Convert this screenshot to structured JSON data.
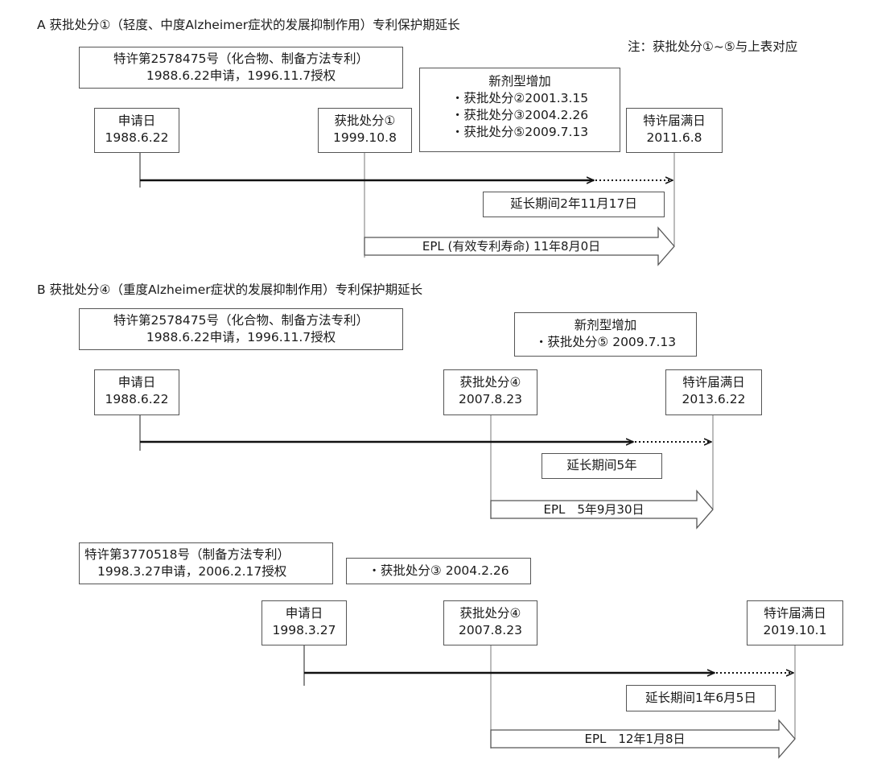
{
  "section_a": {
    "title": "A 获批处分①（轻度、中度Alzheimer症状的发展抑制作用）专利保护期延长",
    "note": "注：获批处分①~⑤与上表对应",
    "patent": {
      "line1": "特许第2578475号（化合物、制备方法专利）",
      "line2": "1988.6.22申请，1996.11.7授权"
    },
    "new_forms": {
      "title": "新剂型增加",
      "items": [
        "・获批处分②2001.3.15",
        "・获批处分③2004.2.26",
        "・获批处分⑤2009.7.13"
      ]
    },
    "filing": {
      "label": "申请日",
      "date": "1988.6.22"
    },
    "approval": {
      "label": "获批处分①",
      "date": "1999.10.8"
    },
    "expiry": {
      "label": "特许届满日",
      "date": "2011.6.8"
    },
    "extension": "延长期间2年11月17日",
    "epl": "EPL (有效专利寿命) 11年8月0日"
  },
  "section_b": {
    "title": "B 获批处分④（重度Alzheimer症状的发展抑制作用）专利保护期延长",
    "patent": {
      "line1": "特许第2578475号（化合物、制备方法专利）",
      "line2": "1988.6.22申请，1996.11.7授权"
    },
    "new_forms": {
      "title": "新剂型增加",
      "items": [
        "・获批处分⑤ 2009.7.13"
      ]
    },
    "filing": {
      "label": "申请日",
      "date": "1988.6.22"
    },
    "approval": {
      "label": "获批处分④",
      "date": "2007.8.23"
    },
    "expiry": {
      "label": "特许届满日",
      "date": "2013.6.22"
    },
    "extension": "延长期间5年",
    "epl": "EPL　5年9月30日"
  },
  "section_c": {
    "patent": {
      "line1": "特许第3770518号（制备方法专利）",
      "line2": "1998.3.27申请，2006.2.17授权"
    },
    "note_box": "・获批处分③ 2004.2.26",
    "filing": {
      "label": "申请日",
      "date": "1998.3.27"
    },
    "approval": {
      "label": "获批处分④",
      "date": "2007.8.23"
    },
    "expiry": {
      "label": "特许届满日",
      "date": "2019.10.1"
    },
    "extension": "延长期间1年6月5日",
    "epl": "EPL　12年1月8日"
  }
}
